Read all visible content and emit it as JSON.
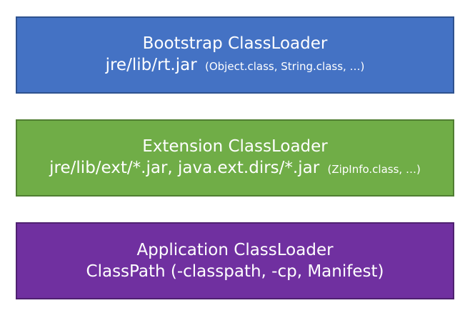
{
  "colors": {
    "bootstrap_fill": "#4472c4",
    "extension_fill": "#70ad47",
    "application_fill": "#7030a0",
    "text": "#ffffff"
  },
  "boxes": {
    "bootstrap": {
      "title": "Bootstrap ClassLoader",
      "path": "jre/lib/rt.jar",
      "note": "(Object.class, String.class, …)"
    },
    "extension": {
      "title": "Extension ClassLoader",
      "path": "jre/lib/ext/*.jar, java.ext.dirs/*.jar",
      "note": "(ZipInfo.class, …)"
    },
    "application": {
      "title": "Application ClassLoader",
      "path": "ClassPath (-classpath, -cp, Manifest)"
    }
  }
}
